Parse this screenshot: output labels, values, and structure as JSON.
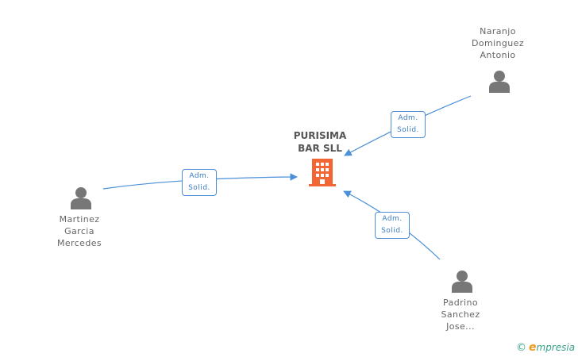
{
  "company": {
    "line1": "PURISIMA",
    "line2": "BAR SLL",
    "icon": "building-icon",
    "color": "#f26535"
  },
  "persons": [
    {
      "id": "naranjo",
      "lines": [
        "Naranjo",
        "Dominguez",
        "Antonio"
      ],
      "icon": "person-icon"
    },
    {
      "id": "martinez",
      "lines": [
        "Martinez",
        "Garcia",
        "Mercedes"
      ],
      "icon": "person-icon"
    },
    {
      "id": "padrino",
      "lines": [
        "Padrino",
        "Sanchez",
        "Jose..."
      ],
      "icon": "person-icon"
    }
  ],
  "edges": [
    {
      "from": "naranjo",
      "label_line1": "Adm.",
      "label_line2": "Solid."
    },
    {
      "from": "martinez",
      "label_line1": "Adm.",
      "label_line2": "Solid."
    },
    {
      "from": "padrino",
      "label_line1": "Adm.",
      "label_line2": "Solid."
    }
  ],
  "colors": {
    "edge": "#4a8fd8",
    "person": "#777777",
    "text": "#666666"
  },
  "brand": {
    "copyright": "©",
    "initial": "e",
    "rest": "mpresia"
  }
}
